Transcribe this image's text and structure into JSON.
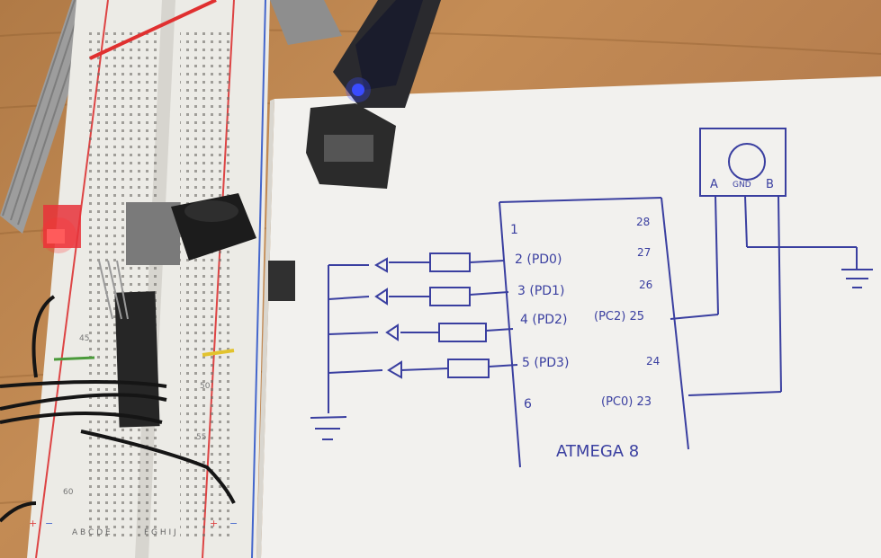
{
  "breadboard": {
    "row_numbers": [
      "45",
      "50",
      "55",
      "60"
    ],
    "column_letters_left": "A B C D E",
    "column_letters_right": "F G H I J",
    "rail_labels": [
      "+",
      "−",
      "+",
      "−"
    ]
  },
  "schematic": {
    "left_pins": [
      {
        "num": "1",
        "label": "1"
      },
      {
        "num": "2",
        "label": "2 (PD0)"
      },
      {
        "num": "3",
        "label": "3 (PD1)"
      },
      {
        "num": "4",
        "label": "4 (PD2)"
      },
      {
        "num": "5",
        "label": "5 (PD3)"
      },
      {
        "num": "6",
        "label": "6"
      }
    ],
    "right_pins": [
      {
        "label": "28"
      },
      {
        "label": "27"
      },
      {
        "label": "26"
      },
      {
        "label": "(PC2) 25"
      },
      {
        "label": "24"
      },
      {
        "label": "(PC0) 23"
      }
    ],
    "chip_label": "ATMEGA 8",
    "encoder_pins": {
      "a": "A",
      "gnd": "GND",
      "b": "B"
    }
  },
  "colors": {
    "wood": "#b98150",
    "paper": "#f2f1ee",
    "ink": "#3a3fa0",
    "led_red": "#e8333a",
    "programmer_led": "#3a4cff"
  }
}
